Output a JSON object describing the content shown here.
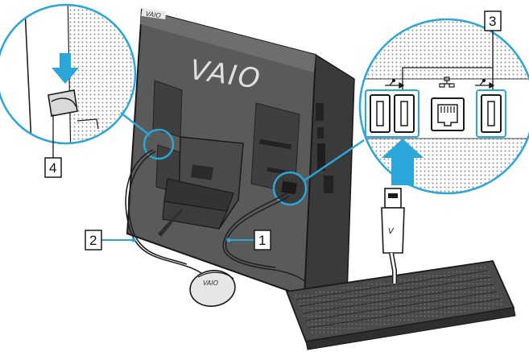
{
  "brand": {
    "logo_text": "VAIO",
    "top_badge_text": "VAIO",
    "mouse_text": "VAIO",
    "plug_text": "V"
  },
  "callouts": [
    {
      "id": "1",
      "label": "1"
    },
    {
      "id": "2",
      "label": "2"
    },
    {
      "id": "3",
      "label": "3"
    },
    {
      "id": "4",
      "label": "4"
    }
  ],
  "colors": {
    "accent": "#2aa6d8",
    "line": "#222222",
    "body": "#4a4a4a",
    "body_dark": "#2e2e2e",
    "vent": "#9a9a9a"
  },
  "icons": {
    "usb": "usb-icon",
    "lan": "network-icon"
  }
}
